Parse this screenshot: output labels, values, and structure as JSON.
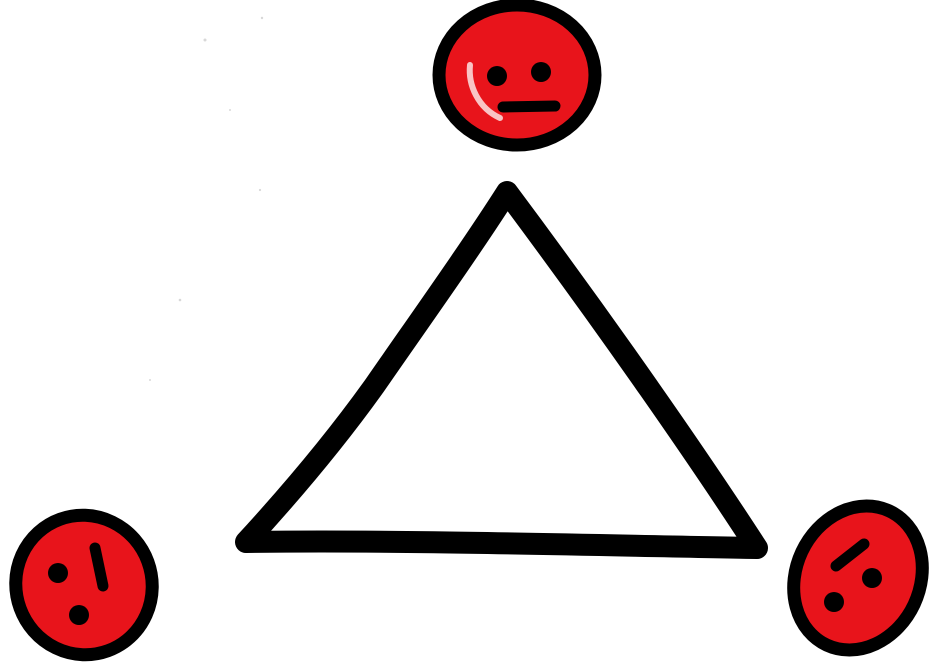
{
  "diagram": {
    "colors": {
      "background": "#ffffff",
      "ink": "#000000",
      "face_fill": "#e8141b"
    },
    "faces": [
      {
        "id": "top",
        "icon": "face-icon",
        "orientation": "upright"
      },
      {
        "id": "bottom-left",
        "icon": "face-icon",
        "orientation": "rotated"
      },
      {
        "id": "bottom-right",
        "icon": "face-icon",
        "orientation": "rotated"
      }
    ],
    "shapes": [
      {
        "id": "center",
        "kind": "triangle",
        "filled": false
      }
    ]
  }
}
